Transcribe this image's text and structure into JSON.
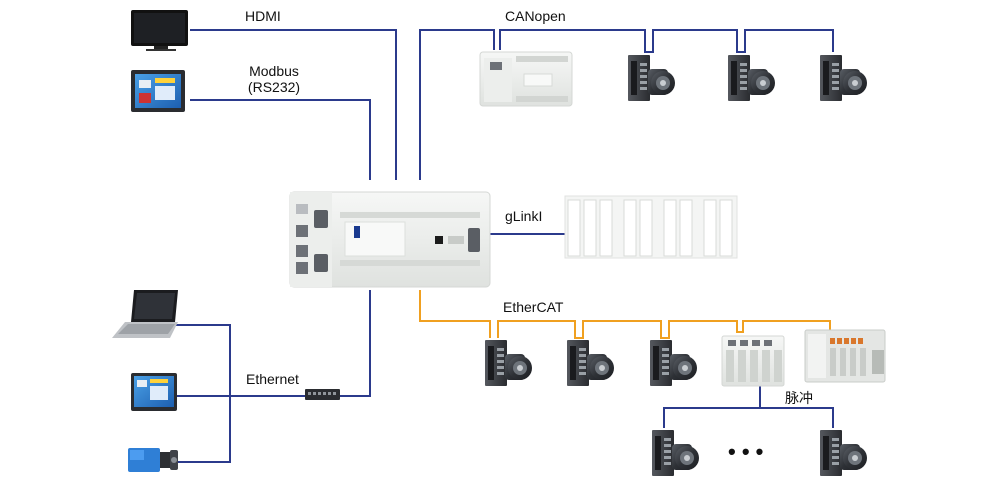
{
  "labels": {
    "hdmi": "HDMI",
    "modbus_line1": "Modbus",
    "modbus_line2": "(RS232)",
    "canopen": "CANopen",
    "glink": "gLinkI",
    "ethercat": "EtherCAT",
    "ethernet": "Ethernet",
    "pulse": "脉冲"
  },
  "ellipsis": "• • •",
  "colors": {
    "blue_link": "#2b3a8c",
    "orange_link": "#f0a020",
    "device_body": "#f2f4f2",
    "servo_drive": "#3a3c40",
    "servo_motor": "#2e3136"
  },
  "devices": [
    {
      "name": "monitor",
      "icon": "monitor-icon"
    },
    {
      "name": "hmi-panel-top",
      "icon": "hmi-panel-icon"
    },
    {
      "name": "laptop",
      "icon": "laptop-icon"
    },
    {
      "name": "hmi-panel-bottom",
      "icon": "hmi-panel-icon"
    },
    {
      "name": "industrial-camera",
      "icon": "camera-icon"
    },
    {
      "name": "main-controller",
      "icon": "controller-icon"
    },
    {
      "name": "canopen-io-module",
      "icon": "io-module-icon"
    },
    {
      "name": "glink-io-rack",
      "icon": "io-rack-icon"
    },
    {
      "name": "ethernet-switch",
      "icon": "switch-icon"
    },
    {
      "name": "ethercat-io-module",
      "icon": "io-module-icon"
    },
    {
      "name": "ethercat-remote-io",
      "icon": "remote-io-icon"
    },
    {
      "name": "servo-drive-motor",
      "icon": "servo-icon"
    }
  ]
}
